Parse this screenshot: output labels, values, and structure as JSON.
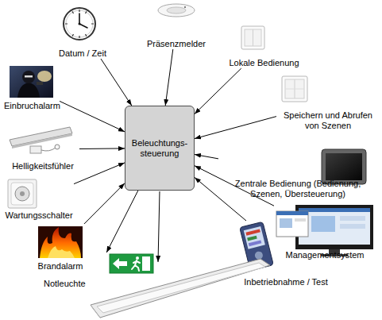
{
  "diagram": {
    "nodes": [
      {
        "text": [
          "Datum / Zeit"
        ]
      },
      {
        "text": [
          "Präsenzmelder"
        ]
      },
      {
        "text": [
          "Lokale Bedienung"
        ]
      },
      {
        "text": [
          "Einbruchalarm"
        ]
      },
      {
        "text": [
          "Speichern und Abrufen von Szenen"
        ]
      },
      {
        "text": [
          "Beleuchtungs- steuerung"
        ]
      },
      {
        "text": [
          "Helligkeitsfühler"
        ]
      },
      {
        "text": [
          "Zentrale Bedienung (Bedienung, Szenen, Übersteuerung)"
        ]
      },
      {
        "text": [
          "Wartungsschalter"
        ]
      },
      {
        "text": [
          "Managementsystem"
        ]
      },
      {
        "text": [
          "Brandalarm"
        ]
      },
      {
        "text": [
          "Inbetriebnahme / Test"
        ]
      },
      {
        "text": [
          "Notleuchte"
        ]
      }
    ],
    "edges": [
      {
        "from": 0,
        "to": 5,
        "arrow": "to"
      },
      {
        "from": 1,
        "to": 5,
        "arrow": "to"
      },
      {
        "from": 2,
        "to": 5,
        "arrow": "to"
      },
      {
        "from": 3,
        "to": 5,
        "arrow": "to"
      },
      {
        "from": 4,
        "to": 5,
        "arrow": "to"
      },
      {
        "from": 6,
        "to": 5,
        "arrow": "to"
      },
      {
        "from": 7,
        "to": 5,
        "arrow": "to"
      },
      {
        "from": 8,
        "to": 5,
        "arrow": "to"
      },
      {
        "from": 9,
        "to": 5,
        "arrow": "to"
      },
      {
        "from": 10,
        "to": 5,
        "arrow": "to"
      },
      {
        "from": 11,
        "to": 5,
        "arrow": "to"
      },
      {
        "from": 5,
        "to": 12,
        "arrow": "to"
      }
    ]
  }
}
